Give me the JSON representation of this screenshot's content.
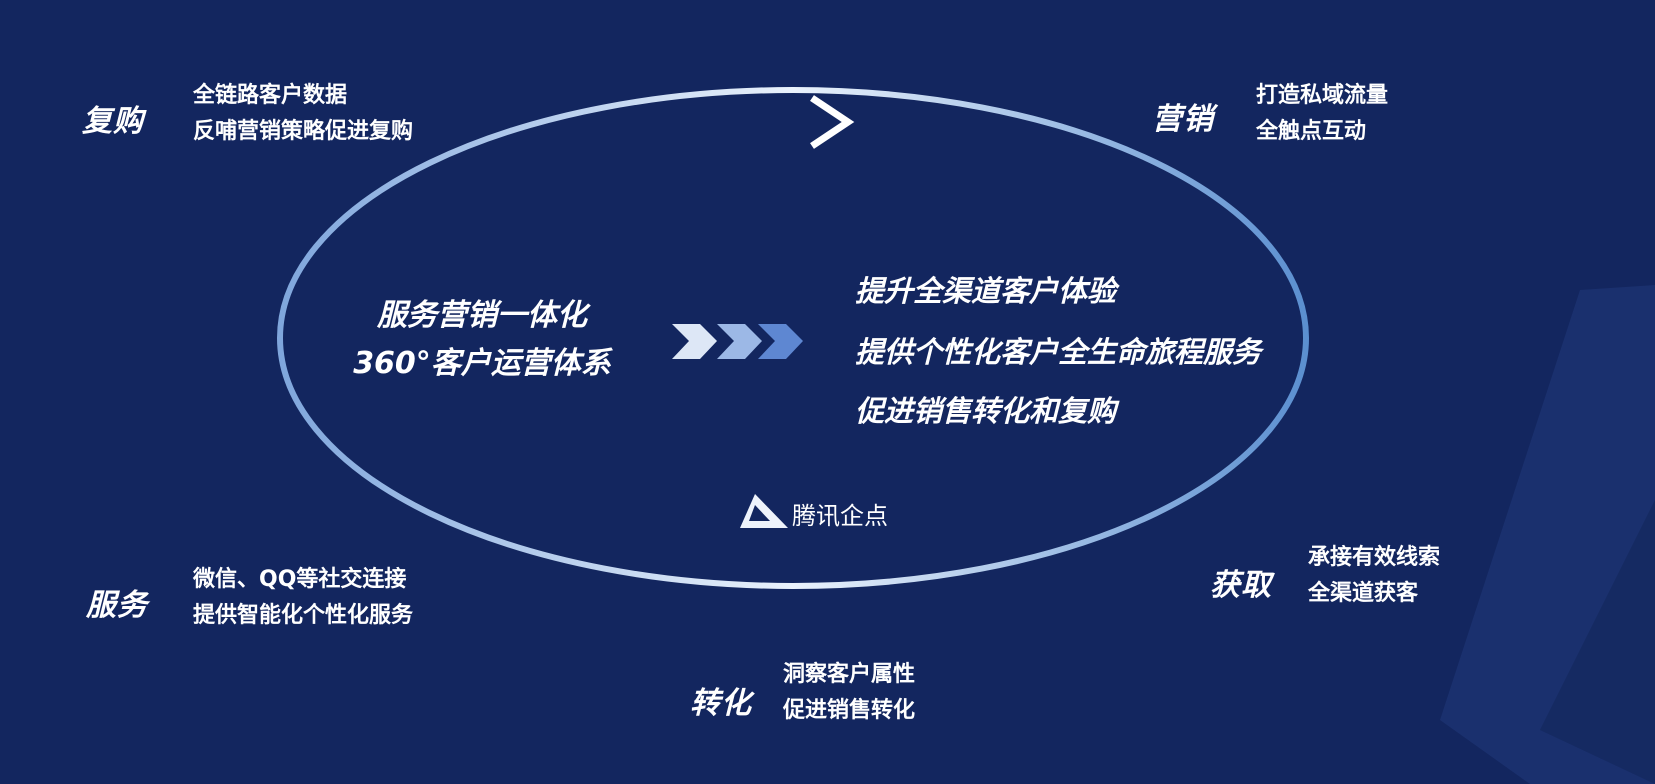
{
  "stages": [
    {
      "title": "复购",
      "lines": [
        "全链路客户数据",
        "反哺营销策略促进复购"
      ]
    },
    {
      "title": "营销",
      "lines": [
        "打造私域流量",
        "全触点互动"
      ]
    },
    {
      "title": "获取",
      "lines": [
        "承接有效线索",
        "全渠道获客"
      ]
    },
    {
      "title": "转化",
      "lines": [
        "洞察客户属性",
        "促进销售转化"
      ]
    },
    {
      "title": "服务",
      "lines": [
        "微信、QQ等社交连接",
        "提供智能化个性化服务"
      ]
    }
  ],
  "center": {
    "left_lines": [
      "服务营销一体化",
      "360°客户运营体系"
    ],
    "right_lines": [
      "提升全渠道客户体验",
      "提供个性化客户全生命旅程服务",
      "促进销售转化和复购"
    ]
  },
  "logo": {
    "text": "腾讯企点"
  },
  "colors": {
    "background": "#13265f",
    "ring_light": "#e8f0fb",
    "ring_blue": "#5b8fd0"
  }
}
